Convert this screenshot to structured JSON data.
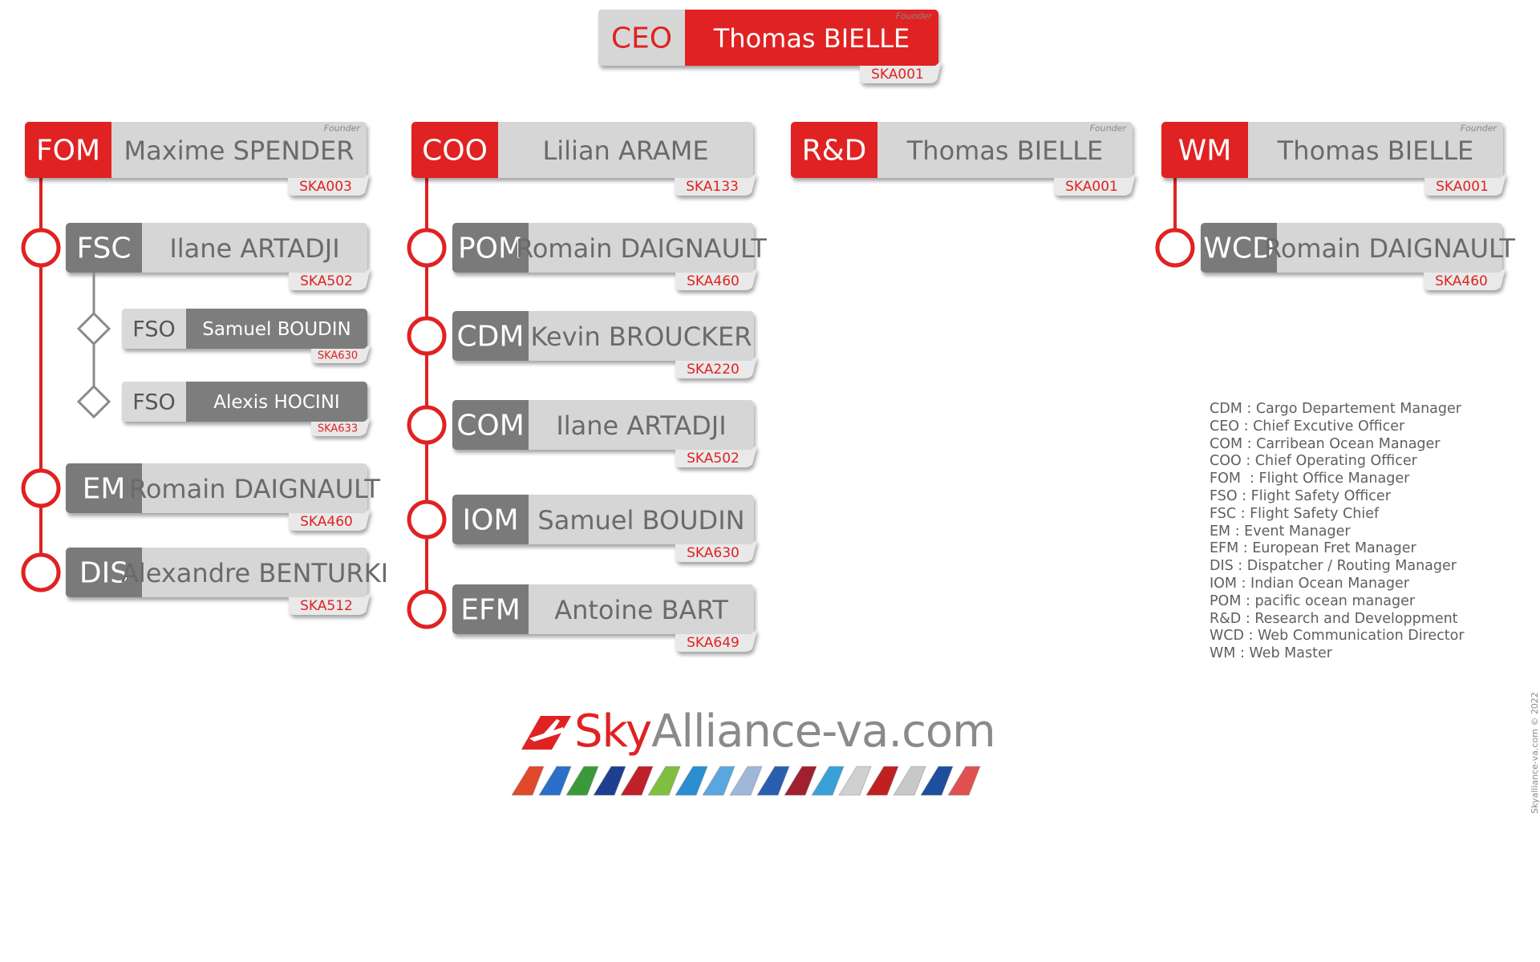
{
  "ceo": {
    "role": "CEO",
    "name": "Thomas BIELLE",
    "note": "Founder",
    "id": "SKA001"
  },
  "columns": [
    {
      "head": {
        "role": "FOM",
        "name": "Maxime SPENDER",
        "note": "Founder",
        "id": "SKA003"
      },
      "members": [
        {
          "role": "FSC",
          "name": "Ilane ARTADJI",
          "id": "SKA502",
          "subs": [
            {
              "role": "FSO",
              "name": "Samuel BOUDIN",
              "id": "SKA630"
            },
            {
              "role": "FSO",
              "name": "Alexis HOCINI",
              "id": "SKA633"
            }
          ]
        },
        {
          "role": "EM",
          "name": "Romain DAIGNAULT",
          "id": "SKA460"
        },
        {
          "role": "DIS",
          "name": "Alexandre BENTURKI",
          "id": "SKA512"
        }
      ]
    },
    {
      "head": {
        "role": "COO",
        "name": "Lilian ARAME",
        "id": "SKA133"
      },
      "members": [
        {
          "role": "POM",
          "name": "Romain DAIGNAULT",
          "id": "SKA460"
        },
        {
          "role": "CDM",
          "name": "Kevin BROUCKER",
          "id": "SKA220"
        },
        {
          "role": "COM",
          "name": "Ilane ARTADJI",
          "id": "SKA502"
        },
        {
          "role": "IOM",
          "name": "Samuel BOUDIN",
          "id": "SKA630"
        },
        {
          "role": "EFM",
          "name": "Antoine BART",
          "id": "SKA649"
        }
      ]
    },
    {
      "head": {
        "role": "R&D",
        "name": "Thomas BIELLE",
        "note": "Founder",
        "id": "SKA001"
      },
      "members": []
    },
    {
      "head": {
        "role": "WM",
        "name": "Thomas BIELLE",
        "note": "Founder",
        "id": "SKA001"
      },
      "members": [
        {
          "role": "WCD",
          "name": "Romain DAIGNAULT",
          "id": "SKA460"
        }
      ]
    }
  ],
  "legend": [
    "CDM : Cargo Departement Manager",
    "CEO : Chief Excutive Officer",
    "COM : Carribean Ocean Manager",
    "COO : Chief Operating Officer",
    "FOM  : Flight Office Manager",
    "FSO : Flight Safety Officer",
    "FSC : Flight Safety Chief",
    "EM : Event Manager",
    "EFM : European Fret Manager",
    "DIS : Dispatcher / Routing Manager",
    "IOM : Indian Ocean Manager",
    "POM : pacific ocean manager",
    "R&D : Research and Developpment",
    "WCD : Web Communication Director",
    "WM : Web Master"
  ],
  "logo": {
    "sky": "Sky",
    "rest": "Alliance-va.com"
  },
  "copyright": "Skyalliance-va.com © 2022",
  "colors": {
    "red": "#e02222",
    "grey_light": "#d6d6d6",
    "grey_dark": "#7a7a7a",
    "text_grey": "#5f5f5f"
  },
  "tail_colors": [
    "#e0492a",
    "#2a6fc9",
    "#3a9a3a",
    "#1e3f8f",
    "#c0202a",
    "#7fbf3f",
    "#2a8fd0",
    "#5aa7e0",
    "#9fb8d8",
    "#2a5fb0",
    "#a02030",
    "#3aa0d8",
    "#d0d0d0",
    "#c02020",
    "#c8c8c8",
    "#1e4f9f",
    "#e05050"
  ]
}
